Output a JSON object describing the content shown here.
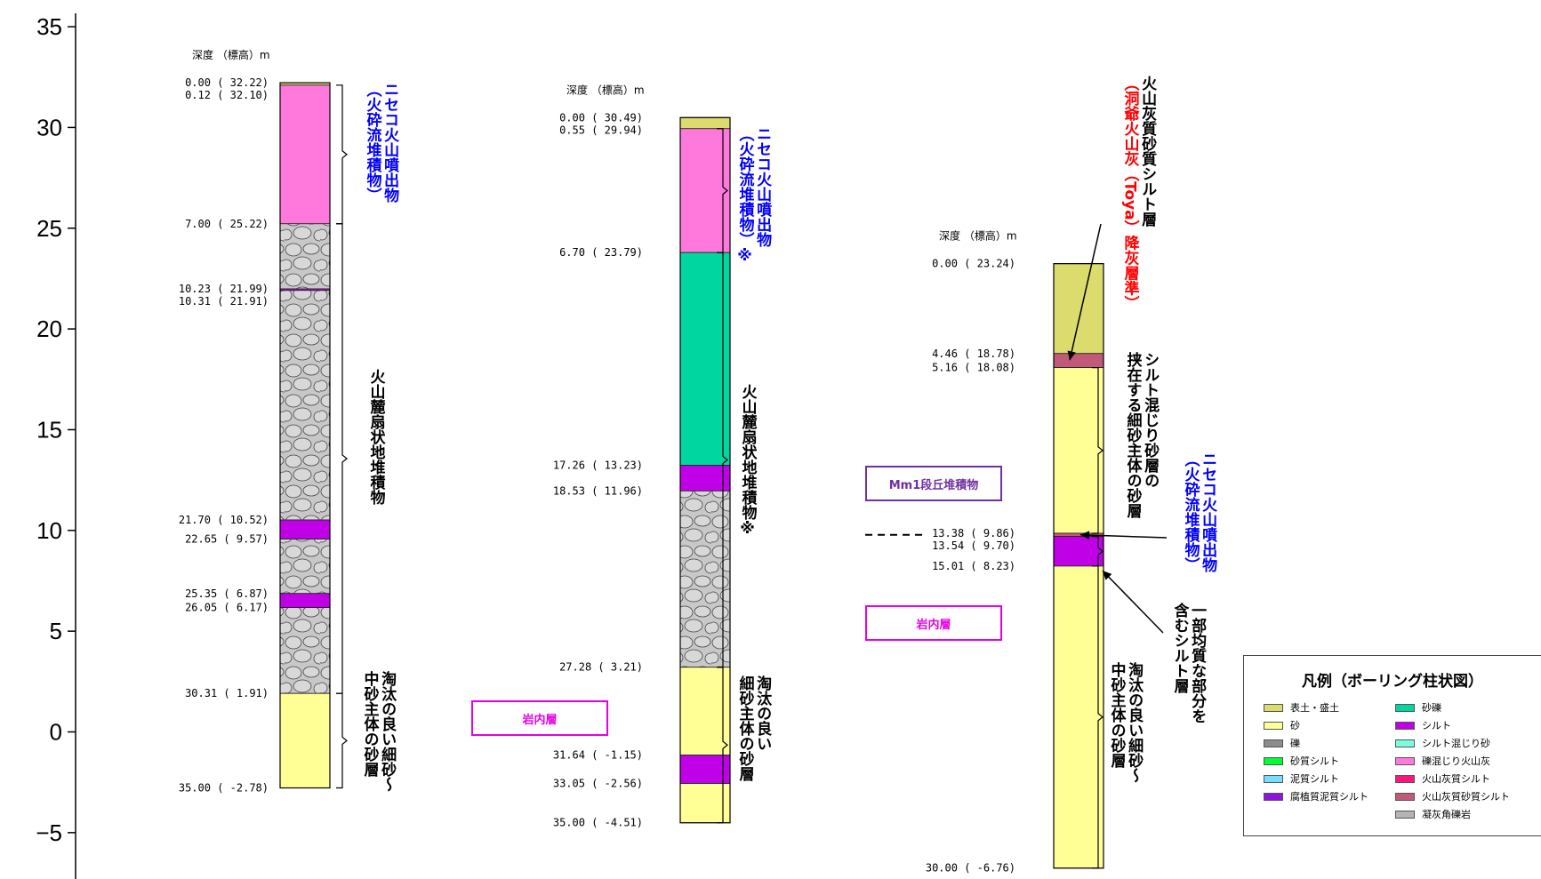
{
  "axis": {
    "ticks": [
      35,
      30,
      25,
      20,
      15,
      10,
      5,
      0,
      -5
    ],
    "tick_labels": [
      "35",
      "30",
      "25",
      "20",
      "15",
      "10",
      "5",
      "0",
      "−5"
    ]
  },
  "header_label": "深度 （標高）m",
  "colors": {
    "surface_soil": "#dcdc6e",
    "sand": "#ffff96",
    "gravel": "#c8c8c8",
    "silt": "#c000e6",
    "sandy_gravel": "#00d7a0",
    "volcanic_ash_sandy_silt": "#c05a78",
    "gravelly_volcanic_ash": "#ff78dc",
    "blue_text": "#0000ff",
    "red_text": "#ff0000",
    "purple_box": "#7030a0",
    "magenta_box": "#e600e6"
  },
  "boreholes": [
    {
      "depths": [
        {
          "label": "0.00 ( 32.22)",
          "elev": 32.22
        },
        {
          "label": "0.12 ( 32.10)",
          "elev": 32.1
        },
        {
          "label": "7.00 ( 25.22)",
          "elev": 25.22
        },
        {
          "label": "10.23 ( 21.99)",
          "elev": 21.99
        },
        {
          "label": "10.31 ( 21.91)",
          "elev": 21.91
        },
        {
          "label": "21.70 ( 10.52)",
          "elev": 10.52
        },
        {
          "label": "22.65 (  9.57)",
          "elev": 9.57
        },
        {
          "label": "25.35 (  6.87)",
          "elev": 6.87
        },
        {
          "label": "26.05 (  6.17)",
          "elev": 6.17
        },
        {
          "label": "30.31 (  1.91)",
          "elev": 1.91
        },
        {
          "label": "35.00 ( -2.78)",
          "elev": -2.78
        }
      ],
      "layers": [
        {
          "top": 32.22,
          "bottom": 32.1,
          "type": "surface_soil"
        },
        {
          "top": 32.1,
          "bottom": 25.22,
          "type": "gravelly_volcanic_ash"
        },
        {
          "top": 25.22,
          "bottom": 21.99,
          "type": "gravel"
        },
        {
          "top": 21.99,
          "bottom": 21.91,
          "type": "silt"
        },
        {
          "top": 21.91,
          "bottom": 10.52,
          "type": "gravel"
        },
        {
          "top": 10.52,
          "bottom": 9.57,
          "type": "silt"
        },
        {
          "top": 9.57,
          "bottom": 6.87,
          "type": "gravel"
        },
        {
          "top": 6.87,
          "bottom": 6.17,
          "type": "silt"
        },
        {
          "top": 6.17,
          "bottom": 1.91,
          "type": "gravel"
        },
        {
          "top": 1.91,
          "bottom": -2.78,
          "type": "sand"
        }
      ]
    },
    {
      "depths": [
        {
          "label": "0.00 ( 30.49)",
          "elev": 30.49
        },
        {
          "label": "0.55 ( 29.94)",
          "elev": 29.94
        },
        {
          "label": "6.70 ( 23.79)",
          "elev": 23.79
        },
        {
          "label": "17.26 ( 13.23)",
          "elev": 13.23
        },
        {
          "label": "18.53 ( 11.96)",
          "elev": 11.96
        },
        {
          "label": "27.28 (  3.21)",
          "elev": 3.21
        },
        {
          "label": "31.64 ( -1.15)",
          "elev": -1.15
        },
        {
          "label": "33.05 ( -2.56)",
          "elev": -2.56
        },
        {
          "label": "35.00 ( -4.51)",
          "elev": -4.51
        }
      ],
      "layers": [
        {
          "top": 30.49,
          "bottom": 29.94,
          "type": "surface_soil"
        },
        {
          "top": 29.94,
          "bottom": 23.79,
          "type": "gravelly_volcanic_ash"
        },
        {
          "top": 23.79,
          "bottom": 13.23,
          "type": "sandy_gravel"
        },
        {
          "top": 13.23,
          "bottom": 11.96,
          "type": "silt"
        },
        {
          "top": 11.96,
          "bottom": 3.21,
          "type": "gravel"
        },
        {
          "top": 3.21,
          "bottom": -1.15,
          "type": "sand"
        },
        {
          "top": -1.15,
          "bottom": -2.56,
          "type": "silt"
        },
        {
          "top": -2.56,
          "bottom": -4.51,
          "type": "sand"
        }
      ]
    },
    {
      "depths": [
        {
          "label": "0.00 ( 23.24)",
          "elev": 23.24
        },
        {
          "label": "4.46 ( 18.78)",
          "elev": 18.78
        },
        {
          "label": "5.16 ( 18.08)",
          "elev": 18.08
        },
        {
          "label": "13.38 (  9.86)",
          "elev": 9.86
        },
        {
          "label": "13.54 (  9.70)",
          "elev": 9.7
        },
        {
          "label": "15.01 (  8.23)",
          "elev": 8.23
        },
        {
          "label": "30.00 ( -6.76)",
          "elev": -6.76
        }
      ],
      "layers": [
        {
          "top": 23.24,
          "bottom": 18.78,
          "type": "surface_soil"
        },
        {
          "top": 18.78,
          "bottom": 18.08,
          "type": "volcanic_ash_sandy_silt"
        },
        {
          "top": 18.08,
          "bottom": 9.86,
          "type": "sand"
        },
        {
          "top": 9.86,
          "bottom": 9.7,
          "type": "volcanic_ash_sandy_silt"
        },
        {
          "top": 9.7,
          "bottom": 8.23,
          "type": "silt"
        },
        {
          "top": 8.23,
          "bottom": -6.76,
          "type": "sand"
        }
      ]
    }
  ],
  "annotations": {
    "b1_niseko": [
      "ニセコ火山噴出物",
      "（火砕流堆積物）"
    ],
    "b1_fan": "火山麓扇状地堆積物",
    "b1_sand": [
      "淘汰の良い細砂～",
      "中砂主体の砂層"
    ],
    "b2_niseko": [
      "ニセコ火山噴出物",
      "（火砕流堆積物）※"
    ],
    "b2_fan": "火山麓扇状地堆積物※",
    "b2_sand": [
      "淘汰の良い",
      "細砂主体の砂層"
    ],
    "b3_toya_1": "火山灰質砂質シルト層",
    "b3_toya_2": "（洞爺火山灰（Toya）降灰層準）",
    "b3_silty": [
      "シルト混じり砂層の",
      "挟在する細砂主体の砂層"
    ],
    "b3_niseko": [
      "ニセコ火山噴出物",
      "（火砕流堆積物）"
    ],
    "b3_partial": [
      "一部均質な部分を",
      "含むシルト層"
    ],
    "b3_sand": [
      "淘汰の良い細砂～",
      "中砂主体の砂層"
    ],
    "box_mm1": "Mm1段丘堆積物",
    "box_iwanai_left": "岩内層",
    "box_iwanai_right": "岩内層"
  },
  "legend": {
    "title": "凡例（ボーリング柱状図）",
    "items": [
      {
        "label": "表土・盛土",
        "color": "#dcdc6e"
      },
      {
        "label": "砂礫",
        "color": "#00d7a0"
      },
      {
        "label": "砂",
        "color": "#ffff96"
      },
      {
        "label": "シルト",
        "color": "#c000e6"
      },
      {
        "label": "礫",
        "color": "#8c8c8c"
      },
      {
        "label": "シルト混じり砂",
        "color": "#78ffdc"
      },
      {
        "label": "砂質シルト",
        "color": "#00ff32"
      },
      {
        "label": "礫混じり火山灰",
        "color": "#ff78dc"
      },
      {
        "label": "泥質シルト",
        "color": "#78dcff"
      },
      {
        "label": "火山灰質シルト",
        "color": "#ff1480"
      },
      {
        "label": "腐植質泥質シルト",
        "color": "#8c14dc"
      },
      {
        "label": "火山灰質砂質シルト",
        "color": "#c05a78"
      },
      {
        "label": "",
        "color": ""
      },
      {
        "label": "凝灰角礫岩",
        "color": "#b4b4b4"
      }
    ]
  }
}
